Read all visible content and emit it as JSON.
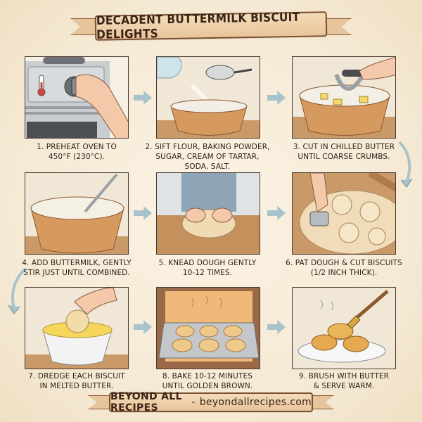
{
  "title": "DECADENT BUTTERMILK BISCUIT DELIGHTS",
  "steps": [
    {
      "number": 1,
      "text_line1": "1. PREHEAT OVEN TO",
      "text_line2": "450°F (230°C).",
      "text_line3": "",
      "illustration": "oven-dial-hand-icon"
    },
    {
      "number": 2,
      "text_line1": "2. SIFT FLOUR, BAKING POWDER,",
      "text_line2": "SUGAR, CREAM OF TARTAR,",
      "text_line3": "SODA, SALT.",
      "illustration": "sifter-bowl-icon"
    },
    {
      "number": 3,
      "text_line1": "3. CUT IN CHILLED BUTTER",
      "text_line2": "UNTIL COARSE CRUMBS.",
      "text_line3": "",
      "illustration": "pastry-cutter-bowl-icon"
    },
    {
      "number": 4,
      "text_line1": "4. ADD BUTTERMILK, GENTLY",
      "text_line2": "STIR JUST UNTIL COMBINED.",
      "text_line3": "",
      "illustration": "fork-stir-bowl-icon"
    },
    {
      "number": 5,
      "text_line1": "5. KNEAD DOUGH GENTLY",
      "text_line2": "10-12 TIMES.",
      "text_line3": "",
      "illustration": "kneading-dough-icon"
    },
    {
      "number": 6,
      "text_line1": "6. PAT DOUGH & CUT BISCUITS",
      "text_line2": "(1/2 INCH THICK).",
      "text_line3": "",
      "illustration": "biscuit-cutter-icon"
    },
    {
      "number": 7,
      "text_line1": "7. DREDGE EACH BISCUIT",
      "text_line2": "IN MELTED BUTTER.",
      "text_line3": "",
      "illustration": "dredge-butter-bowl-icon"
    },
    {
      "number": 8,
      "text_line1": "8. BAKE 10-12 MINUTES",
      "text_line2": "UNTIL GOLDEN BROWN.",
      "text_line3": "",
      "illustration": "oven-baking-tray-icon"
    },
    {
      "number": 9,
      "text_line1": "9. BRUSH WITH BUTTER",
      "text_line2": "& SERVE WARM.",
      "text_line3": "",
      "illustration": "brush-biscuits-plate-icon"
    }
  ],
  "footer": {
    "brand": "BEYOND ALL RECIPES",
    "separator": "-",
    "url": "beyondallrecipes.com"
  },
  "colors": {
    "background": "#f7ecd9",
    "ribbon": "#e8c49a",
    "ink": "#3a2a20",
    "arrow": "#a9c3cc"
  }
}
